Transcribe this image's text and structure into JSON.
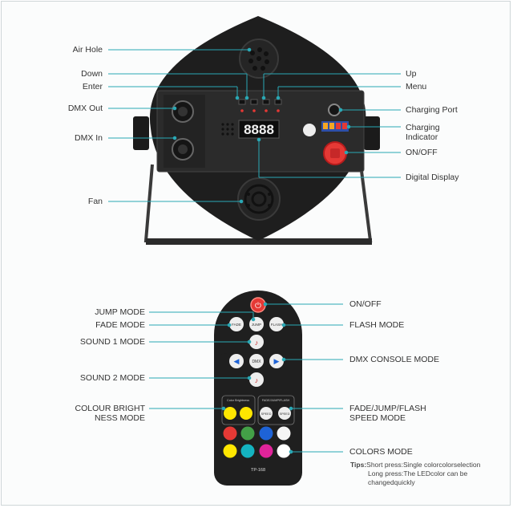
{
  "fixture": {
    "left_labels": [
      {
        "name": "air-hole",
        "text": "Air Hole"
      },
      {
        "name": "down",
        "text": "Down"
      },
      {
        "name": "enter",
        "text": "Enter"
      },
      {
        "name": "dmx-out",
        "text": "DMX Out"
      },
      {
        "name": "dmx-in",
        "text": "DMX In"
      },
      {
        "name": "fan",
        "text": "Fan"
      }
    ],
    "right_labels": [
      {
        "name": "up",
        "text": "Up"
      },
      {
        "name": "menu",
        "text": "Menu"
      },
      {
        "name": "charging-port",
        "text": "Charging Port"
      },
      {
        "name": "charging-indicator",
        "text": "Charging\nIndicator"
      },
      {
        "name": "on-off",
        "text": "ON/OFF"
      },
      {
        "name": "digital-display",
        "text": "Digital Display"
      }
    ],
    "display_text": "8888"
  },
  "remote": {
    "left_labels": [
      {
        "name": "jump-mode",
        "text": "JUMP MODE"
      },
      {
        "name": "fade-mode",
        "text": "FADE MODE"
      },
      {
        "name": "sound-1-mode",
        "text": "SOUND 1 MODE"
      },
      {
        "name": "sound-2-mode",
        "text": "SOUND 2 MODE"
      },
      {
        "name": "colour-brightness-mode",
        "text": "COLOUR BRIGHT\nNESS MODE"
      }
    ],
    "right_labels": [
      {
        "name": "on-off-remote",
        "text": "ON/OFF"
      },
      {
        "name": "flash-mode",
        "text": "FLASH MODE"
      },
      {
        "name": "dmx-console-mode",
        "text": "DMX CONSOLE MODE"
      },
      {
        "name": "speed-mode",
        "text": "FADE/JUMP/FLASH\nSPEED MODE"
      },
      {
        "name": "colors-mode",
        "text": "COLORS MODE"
      }
    ],
    "buttons": {
      "fade": "FADE",
      "jump": "JUMP",
      "flash": "FLASH",
      "dmx": "DMX",
      "speed_minus": "SPEED",
      "speed_plus": "SPEED"
    },
    "panel_labels": {
      "brightness": "Color Brightness",
      "speed": "FADE/JUMP/FLASH"
    },
    "model": "TP-168",
    "colors": [
      "#e53935",
      "#43a047",
      "#1e63d6",
      "#f5f5f5",
      "#ffe600",
      "#14b3c0",
      "#e0249a",
      "#ffffff"
    ],
    "accent": "#2aa8b5"
  },
  "tips": {
    "prefix": "Tips:",
    "short": "Short press:Single colorcolorselection",
    "long1": "Long press:The LEDcolor can be",
    "long2": "changedquickly"
  }
}
